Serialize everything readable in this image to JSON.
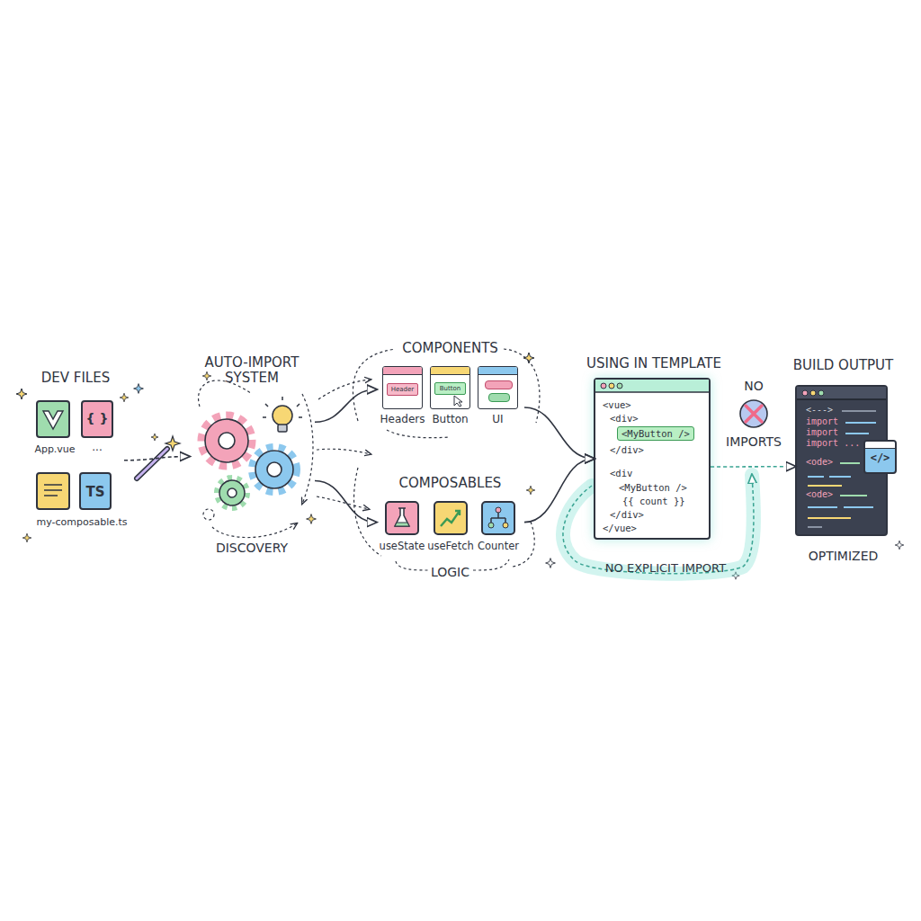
{
  "diagram": {
    "nodes": [
      {
        "text": [
          "DEV FILES"
        ]
      },
      {
        "text": [
          "App.vue"
        ],
        "in": 0
      },
      {
        "text": [
          "{ }",
          "..."
        ],
        "in": 0
      },
      {
        "text": [
          "my-composable.ts"
        ],
        "in": 0
      },
      {
        "text": [
          "TS"
        ],
        "in": 0
      },
      {
        "text": [
          "AUTO-IMPORT SYSTEM",
          "DISCOVERY"
        ]
      },
      {
        "text": [
          "COMPONENTS"
        ]
      },
      {
        "text": [
          "Header",
          "Headers"
        ],
        "in": 6
      },
      {
        "text": [
          "Button",
          "Button"
        ],
        "in": 6
      },
      {
        "text": [
          "UI"
        ],
        "in": 6
      },
      {
        "text": [
          "COMPOSABLES",
          "LOGIC"
        ]
      },
      {
        "text": [
          "useState"
        ],
        "in": 10
      },
      {
        "text": [
          "useFetch"
        ],
        "in": 10
      },
      {
        "text": [
          "Counter"
        ],
        "in": 10
      },
      {
        "text": [
          "USING IN TEMPLATE",
          "<vue>",
          "<div>",
          "<MyButton />",
          "</div>",
          "<div",
          "<MyButton />",
          "{{ count }}",
          "</div>",
          "</vue>"
        ]
      },
      {
        "text": [
          "NO",
          "IMPORTS"
        ]
      },
      {
        "text": [
          "BUILD OUTPUT",
          "<--->",
          "import",
          "import",
          "import ...",
          "<ode>",
          "<ode>",
          "OPTIMIZED"
        ]
      },
      {
        "text": [
          "</>"
        ],
        "in": 16
      }
    ],
    "edges": [
      {
        "from": 0,
        "to": 5,
        "arrow": "to"
      },
      {
        "from": 5,
        "to": 6,
        "arrow": "to"
      },
      {
        "from": 5,
        "to": 10,
        "arrow": "to"
      },
      {
        "from": 6,
        "to": 14,
        "arrow": "to"
      },
      {
        "from": 10,
        "to": 14,
        "arrow": "to"
      },
      {
        "from": 14,
        "to": 16,
        "arrow": "to"
      }
    ],
    "labels": [
      "NO EXPLICIT IMPORT"
    ]
  }
}
